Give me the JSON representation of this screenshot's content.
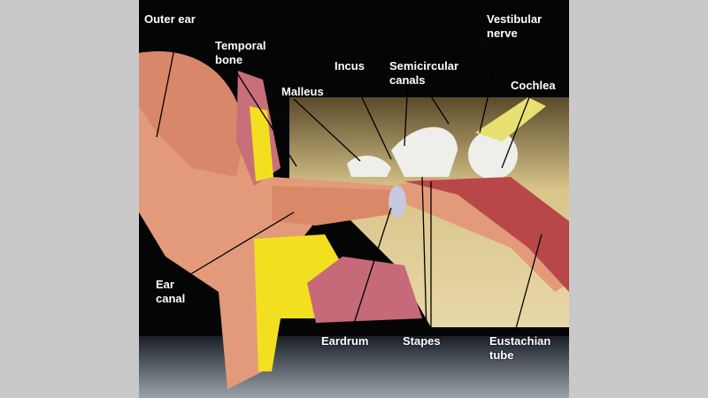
{
  "labels": {
    "outer_ear": "Outer ear",
    "temporal_bone": [
      "Temporal",
      "bone"
    ],
    "incus": "Incus",
    "semicircular_canals": [
      "Semicircular",
      "canals"
    ],
    "vestibular_nerve": [
      "Vestibular",
      "nerve"
    ],
    "cochlea": "Cochlea",
    "malleus": "Malleus",
    "ear_canal": [
      "Ear",
      "canal"
    ],
    "eardrum": "Eardrum",
    "stapes": "Stapes",
    "eustachian_tube": [
      "Eustachian",
      "tube"
    ]
  },
  "colors": {
    "background": "#050505",
    "side_bars": "#c9c9c9",
    "bone": "#d9c48a",
    "skin": "#e39a7a",
    "fat": "#f2e020",
    "label_text": "#ffffff"
  }
}
